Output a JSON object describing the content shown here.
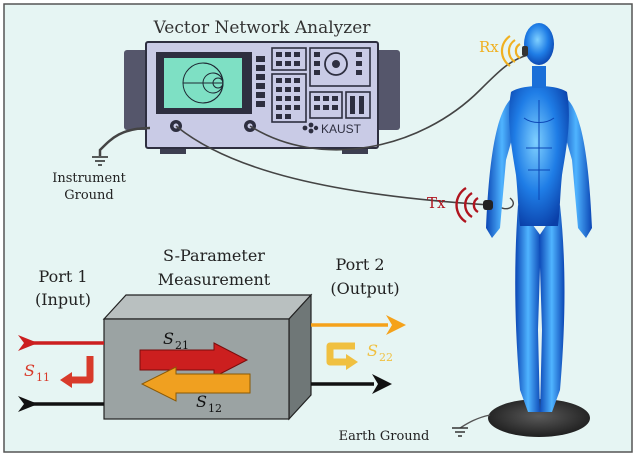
{
  "colors": {
    "panel_bg": "#e6f5f3",
    "panel_border": "#555555",
    "vna_body": "#c9cbe6",
    "vna_screen": "#7ee0c4",
    "box_front": "#9ba3a3",
    "box_top": "#b9c0c0",
    "box_side": "#6f7777",
    "s21_arrow": "#cc1f1f",
    "s12_arrow": "#f0a020",
    "s11_color": "#d83a2a",
    "s22_color": "#f0c040",
    "port1_in": "#cc1f1f",
    "port2_out": "#f5a21a",
    "rx_color": "#f0b020",
    "tx_color": "#b0141e",
    "body_blue": "#1f7de6",
    "platform": "#222222"
  },
  "icons": [
    "ground-symbol-icon",
    "kaust-logo-icon",
    "smith-chart-icon",
    "rx-wave-icon",
    "tx-wave-icon",
    "human-body-figure"
  ],
  "labels": {
    "vna_title": "Vector Network Analyzer",
    "logo": "KAUST",
    "instrument_ground_1": "Instrument",
    "instrument_ground_2": "Ground",
    "rx": "Rx",
    "tx": "Tx",
    "earth_ground": "Earth Ground",
    "sparam_1": "S-Parameter",
    "sparam_2": "Measurement",
    "port1_1": "Port 1",
    "port1_2": "(Input)",
    "port2_1": "Port 2",
    "port2_2": "(Output)",
    "s_letter": "S",
    "s11_sub": "11",
    "s21_sub": "21",
    "s12_sub": "12",
    "s22_sub": "22"
  }
}
